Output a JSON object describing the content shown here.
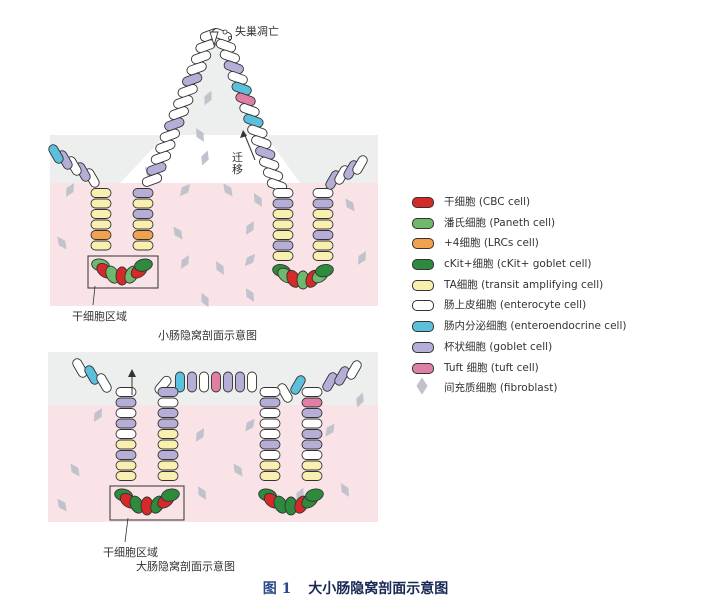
{
  "colors": {
    "stem": "#d62a2a",
    "paneth": "#6fb86e",
    "lrc": "#f0a24e",
    "ckit": "#2e8b3e",
    "ta": "#f9f0b0",
    "enterocyte": "#ffffff",
    "enteroendocrine": "#5cc0dd",
    "goblet": "#b7aed8",
    "tuft": "#e07fa5",
    "fibroblast": "#c0c2cc",
    "tissue_pink": "#f9e3e6",
    "tissue_grey": "#ecefee"
  },
  "labels": {
    "anoikis": "失巢凋亡",
    "migration": "迁移",
    "stem_zone_top": "干细胞区域",
    "stem_zone_bottom": "干细胞区域",
    "small_intestine": "小肠隐窝剖面示意图",
    "large_intestine": "大肠隐窝剖面示意图"
  },
  "legend": [
    {
      "key": "stem",
      "text": "干细胞 (CBC cell)"
    },
    {
      "key": "paneth",
      "text": "潘氏细胞 (Paneth cell)"
    },
    {
      "key": "lrc",
      "text": "+4细胞 (LRCs cell)"
    },
    {
      "key": "ckit",
      "text": "cKit+细胞 (cKit+ goblet cell)"
    },
    {
      "key": "ta",
      "text": "TA细胞 (transit amplifying cell)"
    },
    {
      "key": "enterocyte",
      "text": "肠上皮细胞 (enterocyte cell)"
    },
    {
      "key": "enteroendocrine",
      "text": "肠内分泌细胞 (enteroendocrine cell)"
    },
    {
      "key": "goblet",
      "text": "杯状细胞 (goblet cell)"
    },
    {
      "key": "tuft",
      "text": "Tuft 细胞 (tuft cell)"
    },
    {
      "key": "fibroblast",
      "text": "间充质细胞 (fibroblast)"
    }
  ],
  "caption": {
    "figure": "图 1",
    "title": "大小肠隐窝剖面示意图"
  }
}
